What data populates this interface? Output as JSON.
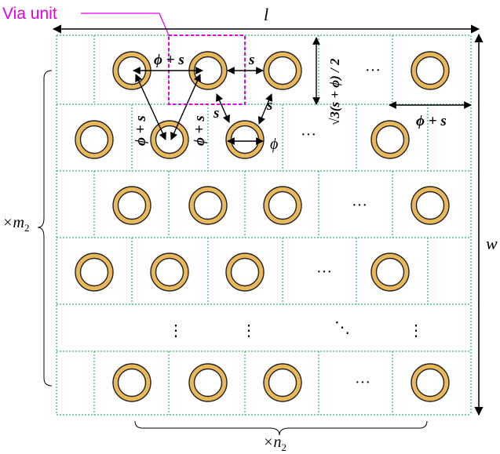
{
  "labels": {
    "via_unit": "Via unit",
    "length": "l",
    "width": "w",
    "rows_multiplier_prefix": "×m",
    "rows_multiplier_sub": "2",
    "cols_multiplier_prefix": "×n",
    "cols_multiplier_sub": "2",
    "pitch_top": "ϕ + s",
    "pitch_right": "ϕ + s",
    "pitch_vert_left": "ϕ + s",
    "pitch_vert_right": "ϕ + s",
    "gap_s1": "s",
    "gap_s2": "s",
    "gap_s3": "s",
    "diameter": "ϕ",
    "row_pitch": "√3(s + ϕ) / 2",
    "h_ellipsis": "···",
    "v_ellipsis": "⋮",
    "d_ellipsis": "⋱"
  },
  "colors": {
    "grid": "#2eb872",
    "via_ring": "#e9b85a",
    "via_outline": "#222222",
    "via_unit": "#e600e6",
    "ink": "#000000"
  }
}
